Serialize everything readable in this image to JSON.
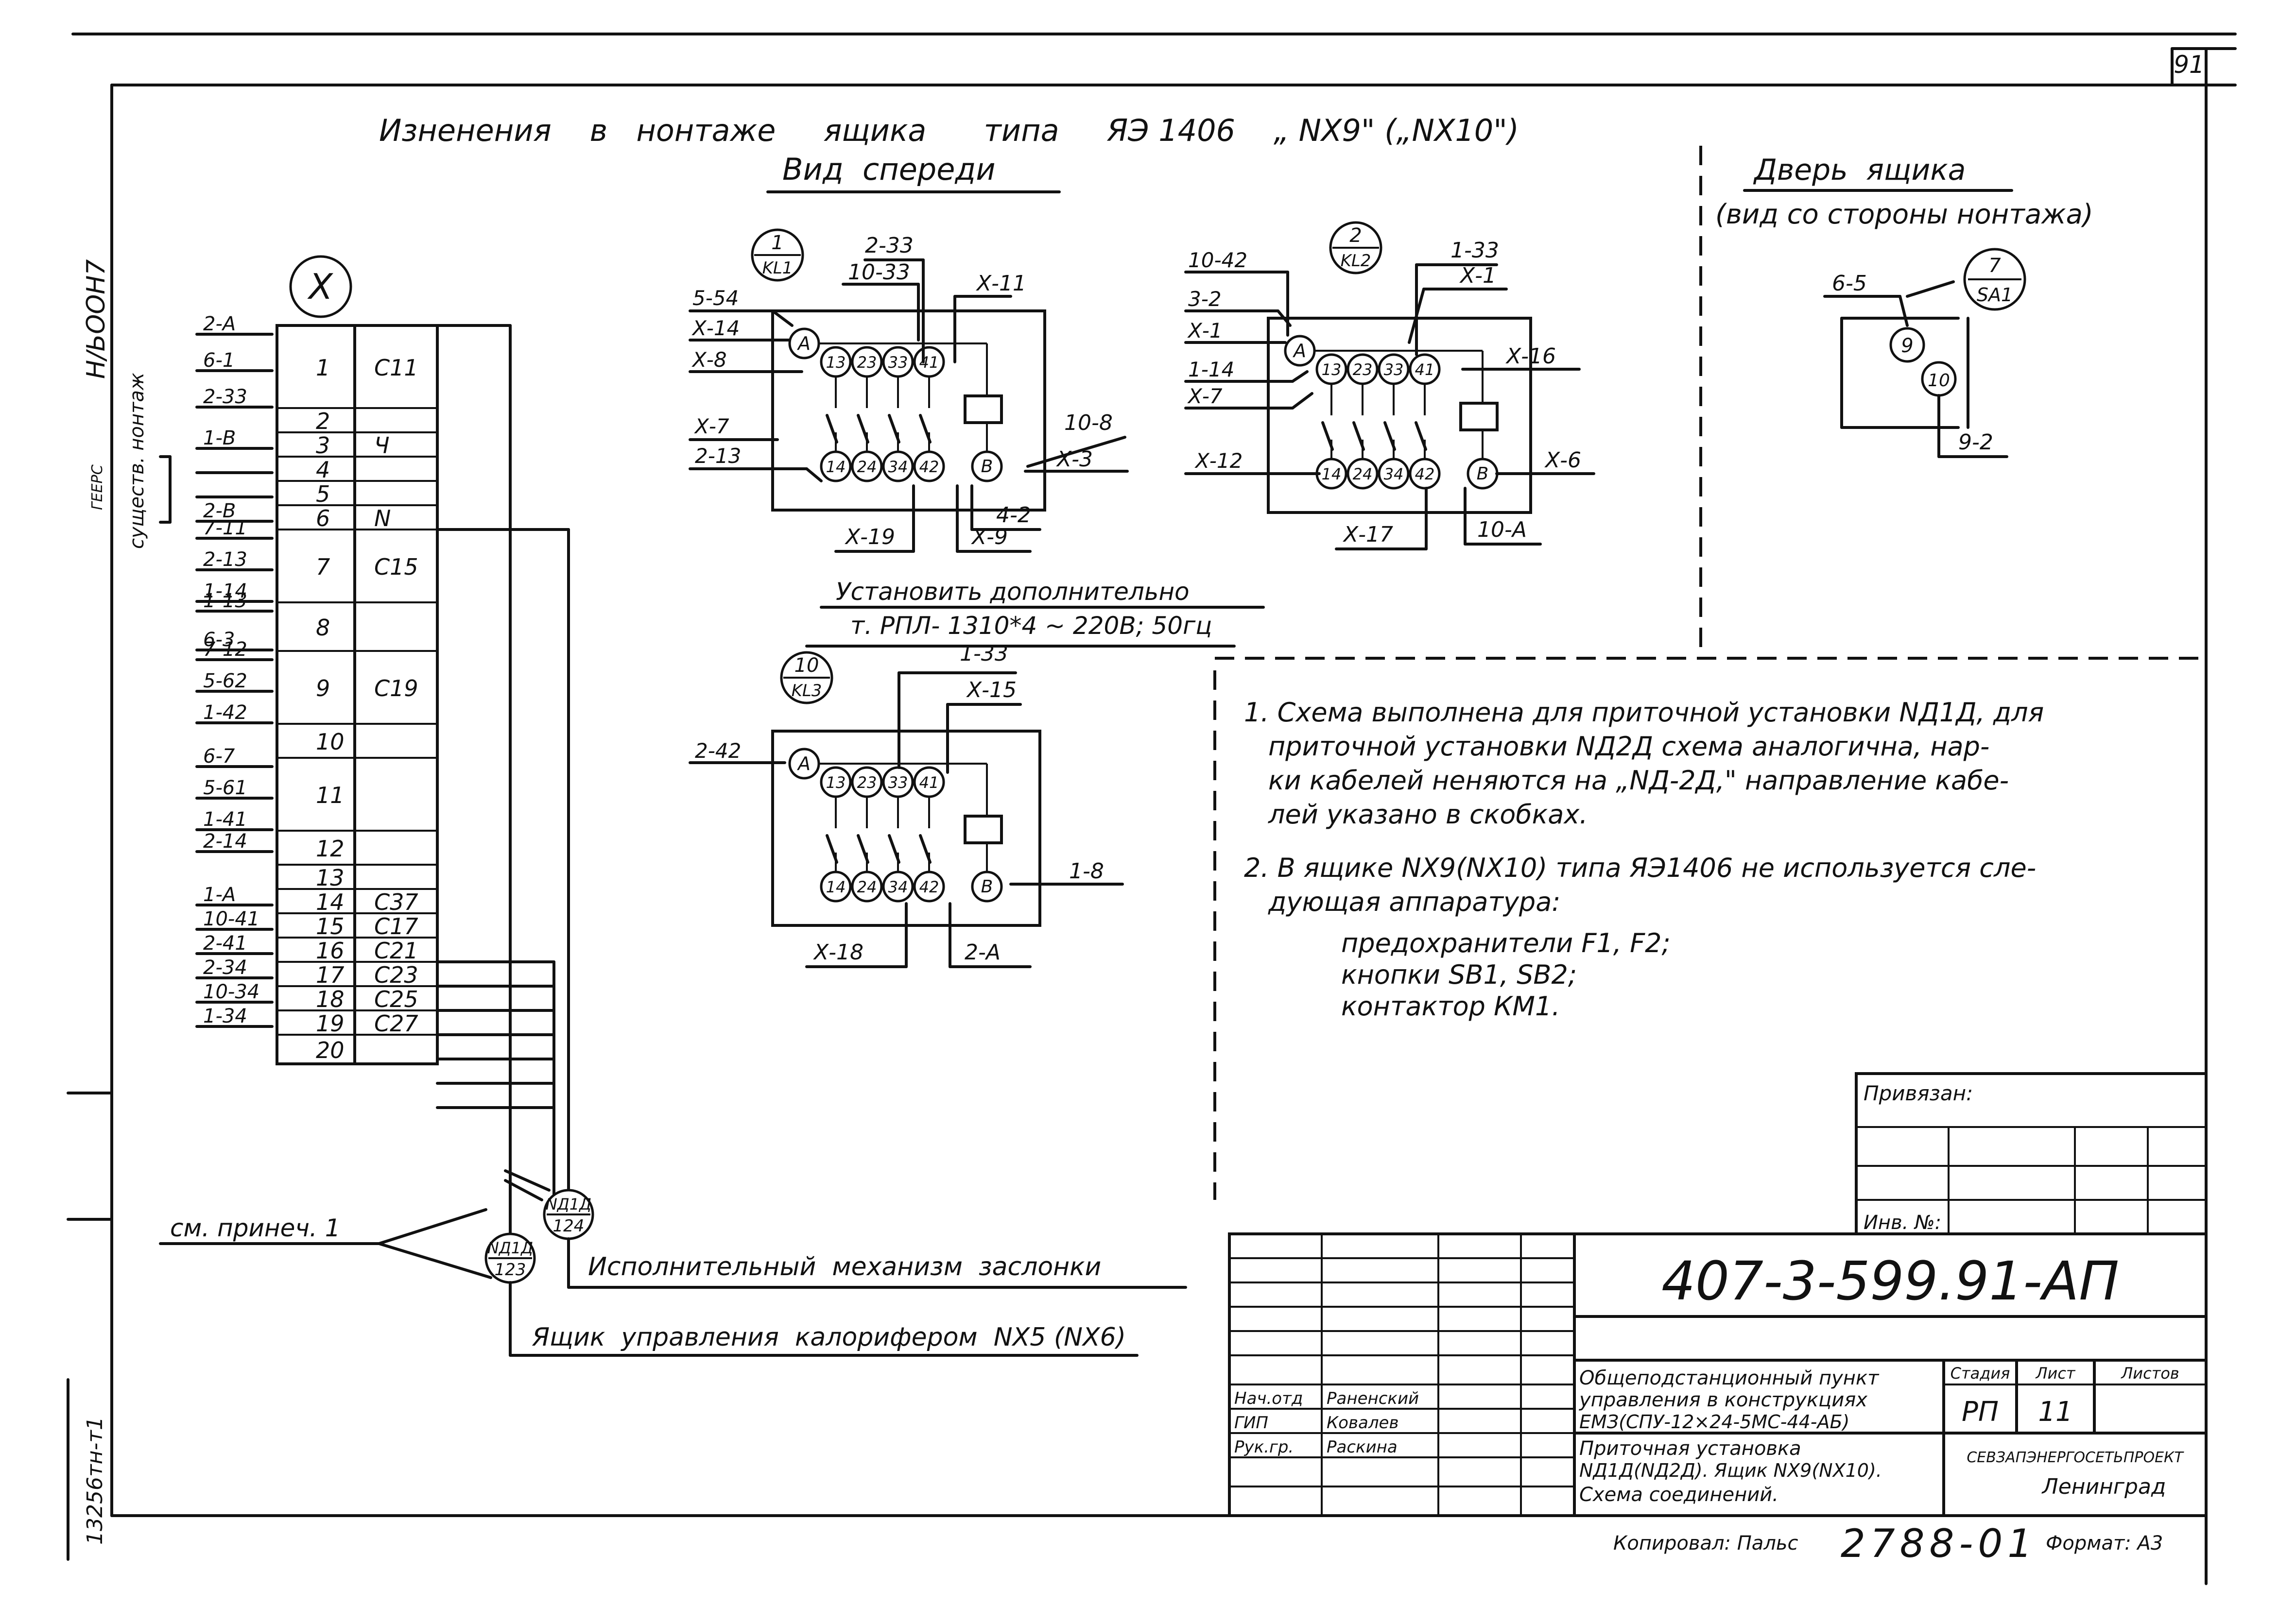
{
  "sheet_number": "91",
  "title": "Изненения    в   нонтаже     ящика      типа     ЯЭ 1406    „ NX9\" („NX10\")",
  "front_view": "Вид  спереди",
  "door": {
    "title": "Дверь  ящика",
    "subtitle": "(вид со стороны нонтажа)",
    "label_top": "6-5",
    "label_bottom": "9-2",
    "tag_num": "7",
    "tag_ref": "SA1",
    "terminals": [
      "9",
      "10"
    ]
  },
  "left_margin": {
    "top": "Н/ЬООН7",
    "mid": "ГЕЕРС",
    "bottom": "13256тн-т1"
  },
  "terminal_block": {
    "label": "X",
    "exist_label": "существ. нонтаж",
    "rows": [
      {
        "num": "1",
        "mark": "С11",
        "wires": [
          "2-А",
          "6-1",
          "2-33"
        ]
      },
      {
        "num": "2",
        "mark": "",
        "wires": []
      },
      {
        "num": "3",
        "mark": "Ч",
        "wires": [
          "1-В"
        ]
      },
      {
        "num": "4",
        "mark": "",
        "wires": [
          ""
        ]
      },
      {
        "num": "5",
        "mark": "",
        "wires": [
          ""
        ]
      },
      {
        "num": "6",
        "mark": "N",
        "wires": [
          "2-В"
        ]
      },
      {
        "num": "7",
        "mark": "С15",
        "wires": [
          "7-11",
          "2-13",
          "1-14"
        ]
      },
      {
        "num": "8",
        "mark": "",
        "wires": [
          "1-13",
          "6-3"
        ]
      },
      {
        "num": "9",
        "mark": "С19",
        "wires": [
          "7-12",
          "5-62",
          "1-42"
        ]
      },
      {
        "num": "10",
        "mark": "",
        "wires": []
      },
      {
        "num": "11",
        "mark": "",
        "wires": [
          "6-7",
          "5-61",
          "1-41"
        ]
      },
      {
        "num": "12",
        "mark": "",
        "wires": [
          "2-14"
        ]
      },
      {
        "num": "13",
        "mark": "",
        "wires": []
      },
      {
        "num": "14",
        "mark": "С37",
        "wires": [
          "1-А"
        ]
      },
      {
        "num": "15",
        "mark": "С17",
        "wires": [
          "10-41"
        ]
      },
      {
        "num": "16",
        "mark": "С21",
        "wires": [
          "2-41"
        ]
      },
      {
        "num": "17",
        "mark": "С23",
        "wires": [
          "2-34"
        ]
      },
      {
        "num": "18",
        "mark": "С25",
        "wires": [
          "10-34"
        ]
      },
      {
        "num": "19",
        "mark": "С27",
        "wires": [
          "1-34"
        ]
      },
      {
        "num": "20",
        "mark": "",
        "wires": []
      }
    ]
  },
  "relays": [
    {
      "num": "1",
      "ref": "KL1",
      "wires": [
        "5-54",
        "Х-14",
        "Х-8",
        "Х-7",
        "2-13",
        "2-33",
        "10-33",
        "Х-11",
        "10-8",
        "Х-3",
        "4-2",
        "Х-19",
        "Х-9"
      ]
    },
    {
      "num": "2",
      "ref": "KL2",
      "wires": [
        "10-42",
        "3-2",
        "Х-1",
        "1-14",
        "Х-7",
        "Х-12",
        "1-33",
        "Х-1",
        "Х-16",
        "Х-6",
        "Х-17",
        "10-А"
      ]
    },
    {
      "num": "10",
      "ref": "KL3",
      "wires": [
        "2-42",
        "1-33",
        "Х-15",
        "1-8",
        "Х-18",
        "2-А"
      ]
    }
  ],
  "contacts_top": [
    "13",
    "23",
    "33",
    "41"
  ],
  "contacts_bottom": [
    "14",
    "24",
    "34",
    "42"
  ],
  "coil_a": "А",
  "coil_b": "В",
  "install_note": {
    "line1": "Установить дополнительно",
    "line2": "т.  РПЛ- 1310*4 ~ 220В; 50гц"
  },
  "notes": [
    "1. Схема выполнена  для  приточной  установки NД1Д, для",
    "приточной  установки NД2Д  схема  аналогична, нар-",
    "ки  кабелей  неняются  на  „NД-2Д,\" направление  кабе-",
    "лей  указано  в  скобках.",
    "2. В  ящике  NX9(NX10)  типа  ЯЭ1406   не  используется  сле-",
    "дующая  аппаратура:",
    "предохранители F1, F2;",
    "кнопки    SB1, SB2;",
    "контактор  КМ1."
  ],
  "cables": {
    "note_ref": "см. принеч. 1",
    "c1_top": "NД1Д",
    "c1_num": "124",
    "c2_top": "NД1Д",
    "c2_num": "123",
    "line1": "Исполнительный  механизм  заслонки",
    "line2": "Ящик  управления  калорифером  NX5 (NX6)"
  },
  "stamp": {
    "bound": "Привязан:",
    "inv": "Инв. №:",
    "code": "407-3-599.91-АП",
    "desc1": "Общеподстанционный пункт",
    "desc2": "управления в конструкциях",
    "desc3": "ЕМЗ(СПУ-12×24-5МС-44-АБ)",
    "desc4": "Приточная  установка",
    "desc5": "NД1Д(NД2Д). Ящик NX9(NX10).",
    "desc6": "Схема  соединений.",
    "h_stage": "Стадия",
    "h_sheet": "Лист",
    "h_sheets": "Листов",
    "stage": "РП",
    "sheet": "11",
    "org1": "СЕВЗАПЭНЕРГОСЕТЬПРОЕКТ",
    "org2": "Ленинград",
    "p1_role": "Нач.отд",
    "p1_name": "Раненский",
    "p2_role": "ГИП",
    "p2_name": "Ковалев",
    "p3_role": "Рук.гр.",
    "p3_name": "Раскина"
  },
  "footer": {
    "copied": "Копировал: Пальс",
    "num": "2788-01",
    "format": "Формат: А3"
  }
}
